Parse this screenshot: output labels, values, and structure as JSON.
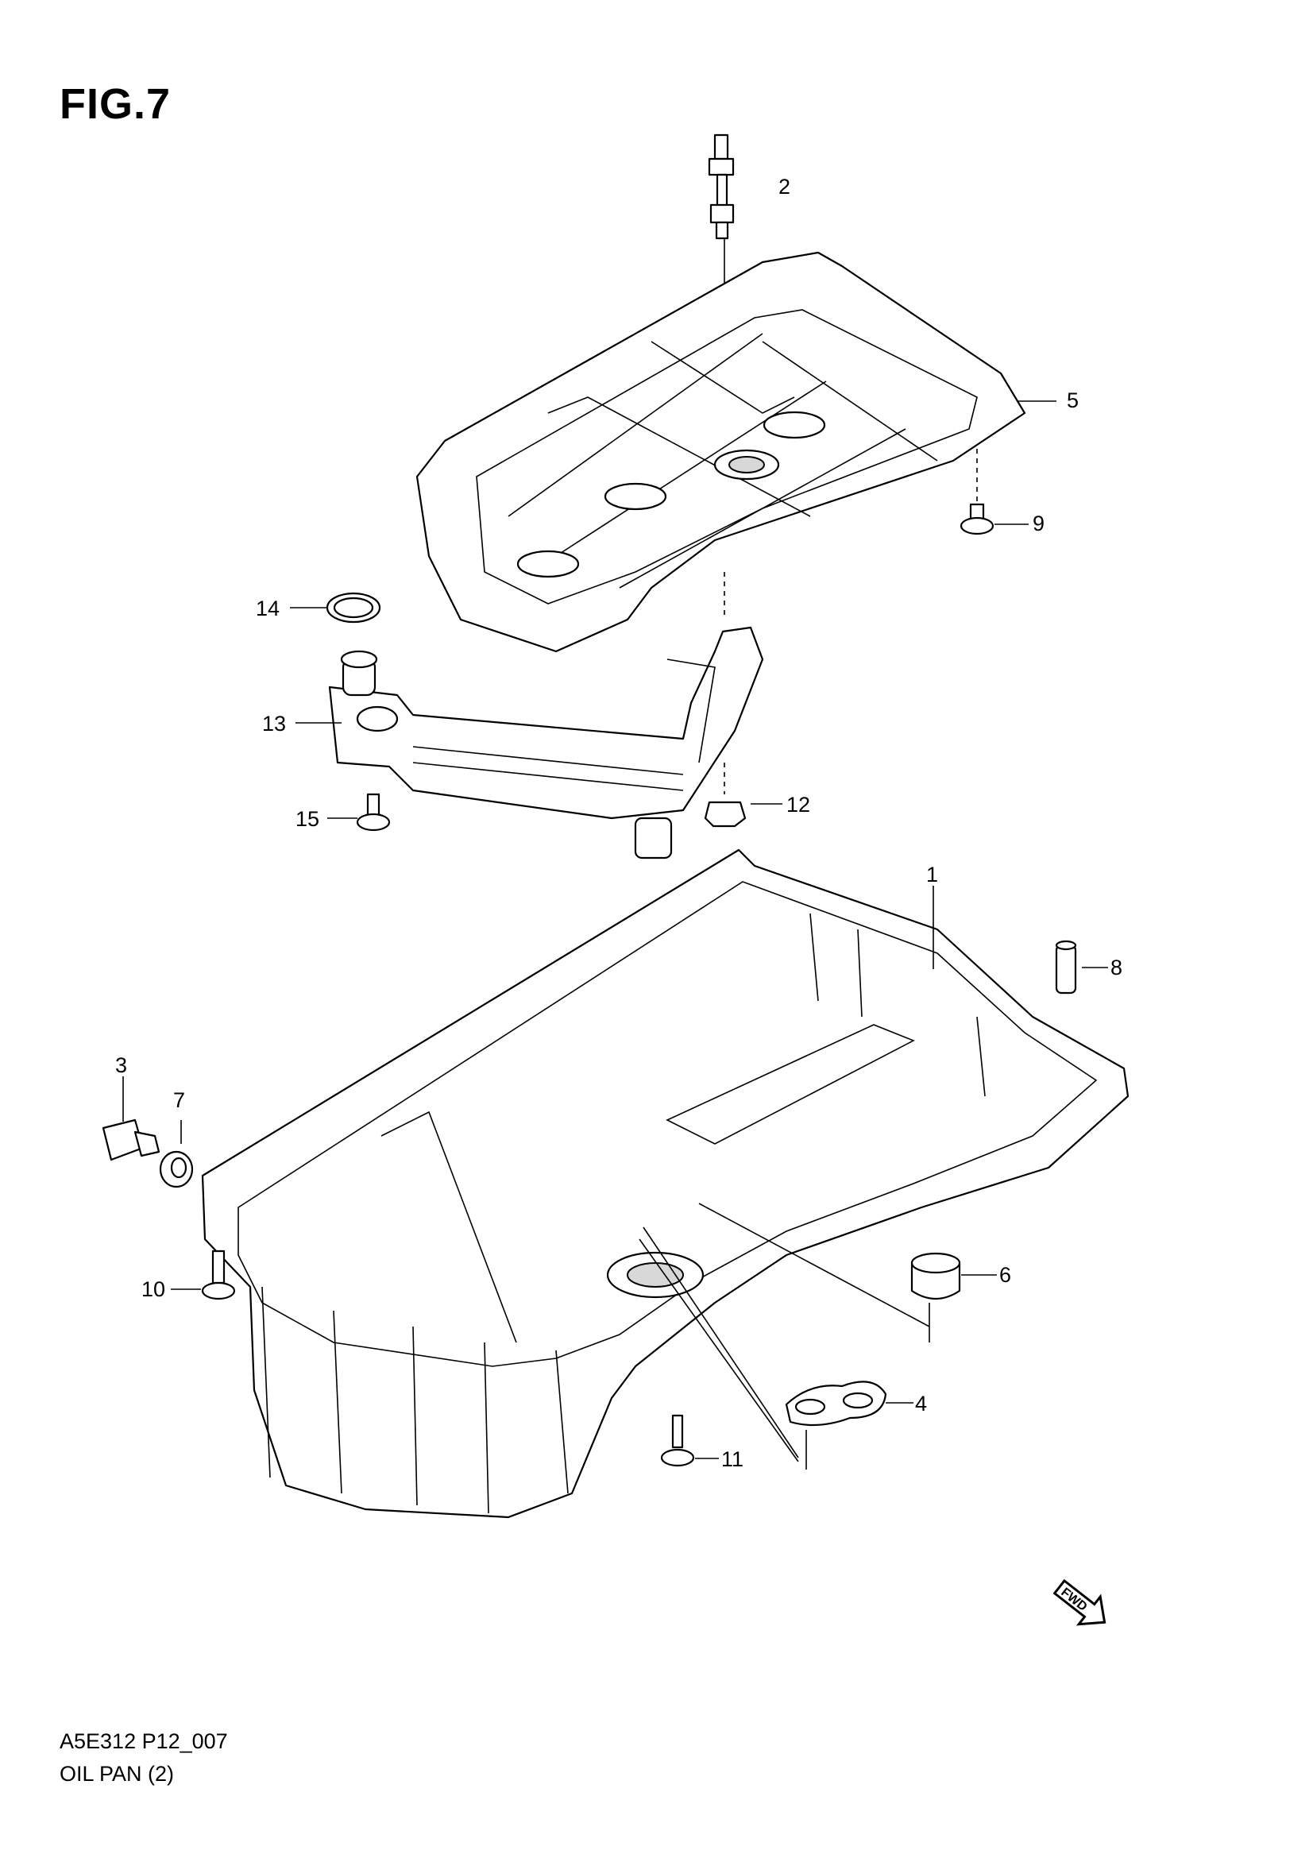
{
  "figure": {
    "title": "FIG.7",
    "code": "A5E312 P12_007",
    "name": "OIL PAN (2)"
  },
  "callouts": [
    {
      "id": "1",
      "label": "1"
    },
    {
      "id": "2",
      "label": "2"
    },
    {
      "id": "3",
      "label": "3"
    },
    {
      "id": "4",
      "label": "4"
    },
    {
      "id": "5",
      "label": "5"
    },
    {
      "id": "6",
      "label": "6"
    },
    {
      "id": "7",
      "label": "7"
    },
    {
      "id": "8",
      "label": "8"
    },
    {
      "id": "9",
      "label": "9"
    },
    {
      "id": "10",
      "label": "10"
    },
    {
      "id": "11",
      "label": "11"
    },
    {
      "id": "12",
      "label": "12"
    },
    {
      "id": "13",
      "label": "13"
    },
    {
      "id": "14",
      "label": "14"
    },
    {
      "id": "15",
      "label": "15"
    }
  ],
  "badge": {
    "label": "FWD"
  }
}
